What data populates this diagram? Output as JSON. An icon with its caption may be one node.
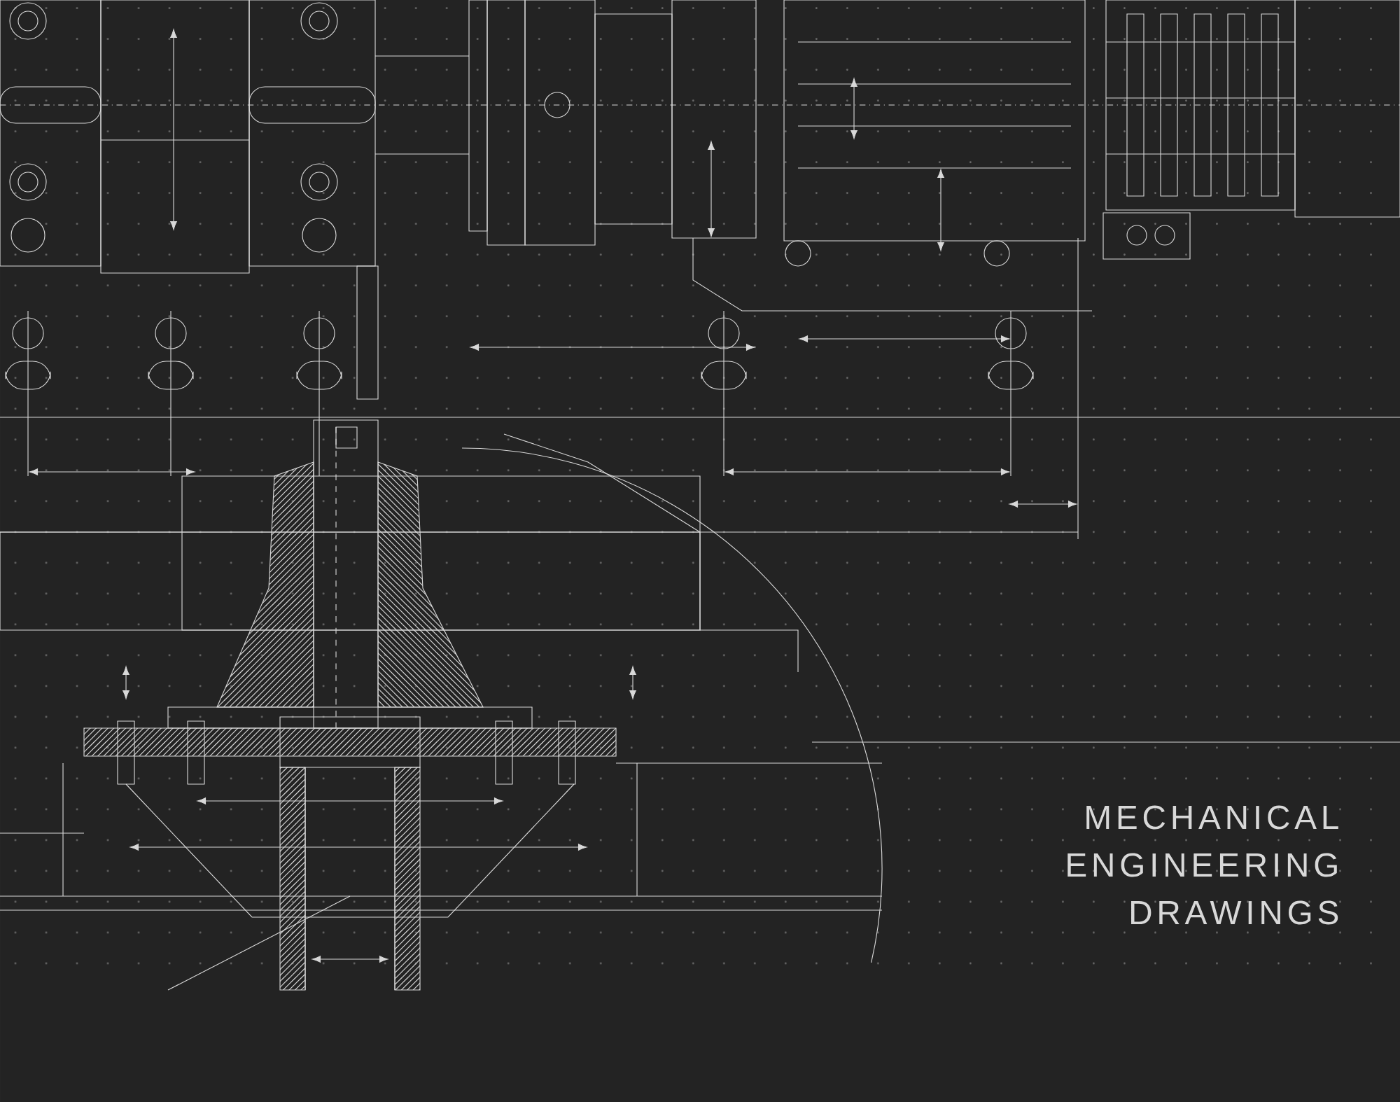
{
  "diagram": {
    "labels": [
      "MECHANICAL",
      "ENGINEERING",
      "DRAWINGS"
    ]
  }
}
